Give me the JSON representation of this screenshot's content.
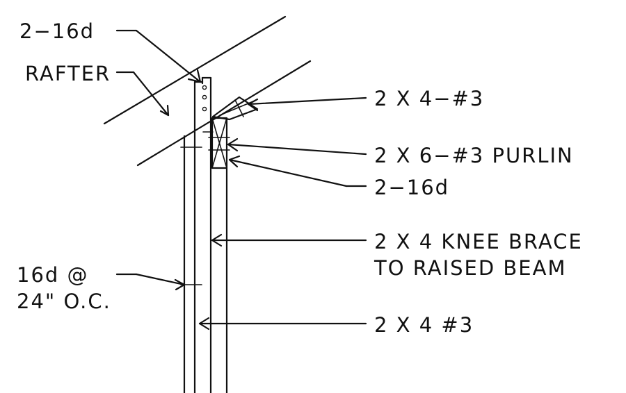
{
  "labels": {
    "nail_top": "2−16d",
    "rafter": "RAFTER",
    "brace_top": "2 X 4−#3",
    "purlin": "2 X 6−#3 PURLIN",
    "nail_purlin": "2−16d",
    "knee_brace_line1": "2 X 4 KNEE BRACE",
    "knee_brace_line2": "TO RAISED BEAM",
    "spacing_line1": "16d @",
    "spacing_line2": "24\" O.C.",
    "post": "2 X 4 #3"
  },
  "colors": {
    "ink": "#111111",
    "paper": "#ffffff"
  }
}
